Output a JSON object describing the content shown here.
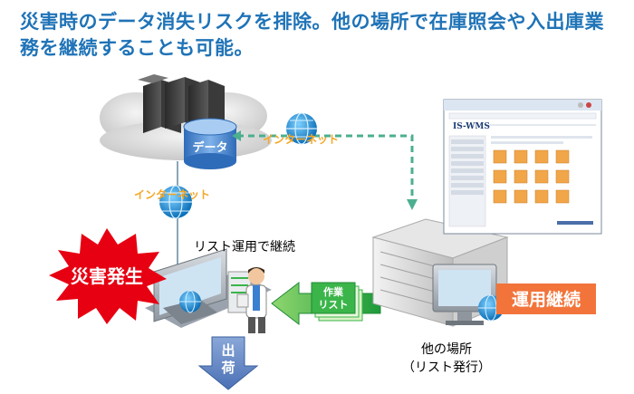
{
  "headline": "災害時のデータ消失リスクを排除。他の場所で在庫照会や入出庫業務を継続することも可能。",
  "labels": {
    "data": "データ",
    "internet_top": "インターネット",
    "internet_left": "インターネット",
    "disaster": "災害発生",
    "list_operation": "リスト運用で継続",
    "work_list_line1": "作業",
    "work_list_line2": "リスト",
    "shipping_line1": "出",
    "shipping_line2": "荷",
    "continue": "運用継続",
    "other_place": "他の場所",
    "list_issue": "（リスト発行）"
  },
  "screenshot": {
    "brand": "IS-WMS"
  },
  "colors": {
    "headline": "#1f73b7",
    "dashed_line": "#4caf8f",
    "disaster_red": "#e60012",
    "continue_orange": "#f2743a",
    "arrow_green": "#3bb54a",
    "ship_arrow_blue": "#6a8ec9"
  }
}
